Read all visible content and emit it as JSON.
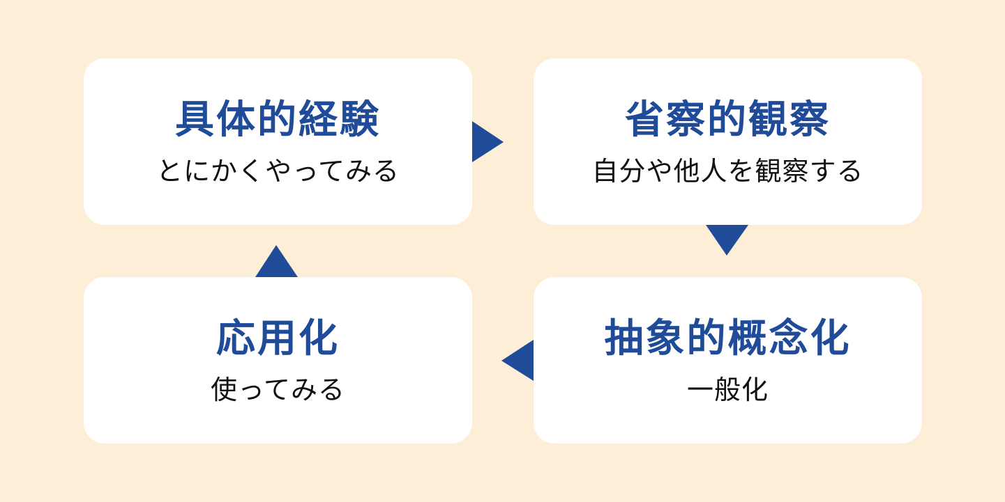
{
  "colors": {
    "background": "#fdefd7",
    "accent": "#1f4b99",
    "box": "#ffffff"
  },
  "cycle": [
    {
      "title": "具体的経験",
      "subtitle": "とにかくやってみる"
    },
    {
      "title": "省察的観察",
      "subtitle": "自分や他人を観察する"
    },
    {
      "title": "抽象的概念化",
      "subtitle": "一般化"
    },
    {
      "title": "応用化",
      "subtitle": "使ってみる"
    }
  ]
}
